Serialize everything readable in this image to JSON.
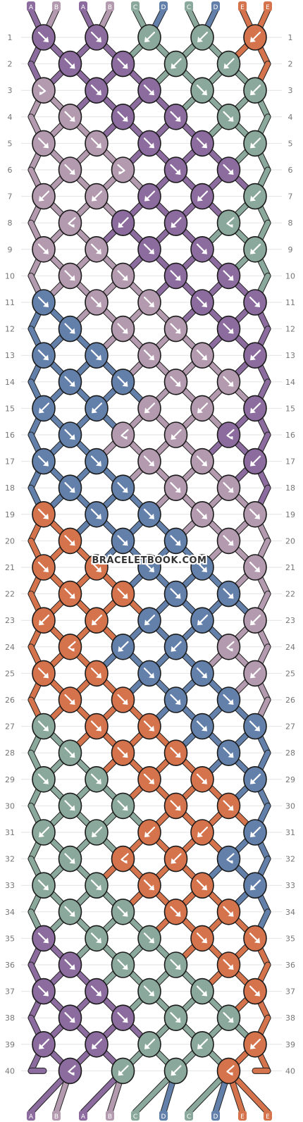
{
  "watermark": "BRACELETBOOK.COM",
  "colors": {
    "A": "#8c6b9e",
    "B": "#b39aae",
    "C": "#8aa89b",
    "D": "#6380aa",
    "E": "#d4734c"
  },
  "top_strands": [
    "A",
    "B",
    "A",
    "B",
    "C",
    "D",
    "C",
    "D",
    "E",
    "E"
  ],
  "bottom_strands": [
    "A",
    "B",
    "A",
    "B",
    "C",
    "D",
    "C",
    "D",
    "E",
    "E"
  ],
  "rows": [
    {
      "n": "1",
      "knots": [
        {
          "c": "A",
          "d": "right"
        },
        {
          "c": "A",
          "d": "right"
        },
        {
          "c": "C",
          "d": "left"
        },
        {
          "c": "C",
          "d": "left"
        },
        {
          "c": "E",
          "d": "left"
        }
      ]
    },
    {
      "n": "2",
      "knots": [
        {
          "c": "A",
          "d": "right"
        },
        {
          "c": "A",
          "d": "right"
        },
        {
          "c": "C",
          "d": "left"
        },
        {
          "c": "C",
          "d": "left"
        }
      ]
    },
    {
      "n": "3",
      "knots": [
        {
          "c": "B",
          "d": "rightleft"
        },
        {
          "c": "A",
          "d": "right"
        },
        {
          "c": "A",
          "d": "right"
        },
        {
          "c": "C",
          "d": "right"
        },
        {
          "c": "C",
          "d": "left"
        }
      ]
    },
    {
      "n": "4",
      "knots": [
        {
          "c": "B",
          "d": "right"
        },
        {
          "c": "A",
          "d": "right"
        },
        {
          "c": "A",
          "d": "right"
        },
        {
          "c": "C",
          "d": "right"
        }
      ]
    },
    {
      "n": "5",
      "knots": [
        {
          "c": "B",
          "d": "right"
        },
        {
          "c": "B",
          "d": "right"
        },
        {
          "c": "A",
          "d": "right"
        },
        {
          "c": "A",
          "d": "right"
        },
        {
          "c": "C",
          "d": "left"
        }
      ]
    },
    {
      "n": "6",
      "knots": [
        {
          "c": "B",
          "d": "right"
        },
        {
          "c": "B",
          "d": "rightleft"
        },
        {
          "c": "A",
          "d": "right"
        },
        {
          "c": "A",
          "d": "right"
        }
      ]
    },
    {
      "n": "7",
      "knots": [
        {
          "c": "B",
          "d": "left"
        },
        {
          "c": "B",
          "d": "left"
        },
        {
          "c": "A",
          "d": "left"
        },
        {
          "c": "A",
          "d": "left"
        },
        {
          "c": "C",
          "d": "left"
        }
      ]
    },
    {
      "n": "8",
      "knots": [
        {
          "c": "B",
          "d": "leftright"
        },
        {
          "c": "A",
          "d": "left"
        },
        {
          "c": "A",
          "d": "left"
        },
        {
          "c": "C",
          "d": "leftright"
        }
      ]
    },
    {
      "n": "9",
      "knots": [
        {
          "c": "B",
          "d": "right"
        },
        {
          "c": "B",
          "d": "right"
        },
        {
          "c": "A",
          "d": "right"
        },
        {
          "c": "A",
          "d": "right"
        },
        {
          "c": "C",
          "d": "left"
        }
      ]
    },
    {
      "n": "10",
      "knots": [
        {
          "c": "B",
          "d": "right"
        },
        {
          "c": "B",
          "d": "right"
        },
        {
          "c": "A",
          "d": "right"
        },
        {
          "c": "A",
          "d": "right"
        }
      ]
    },
    {
      "n": "11",
      "knots": [
        {
          "c": "D",
          "d": "right"
        },
        {
          "c": "B",
          "d": "right"
        },
        {
          "c": "B",
          "d": "right"
        },
        {
          "c": "A",
          "d": "right"
        },
        {
          "c": "A",
          "d": "right"
        }
      ]
    },
    {
      "n": "12",
      "knots": [
        {
          "c": "D",
          "d": "right"
        },
        {
          "c": "B",
          "d": "right"
        },
        {
          "c": "B",
          "d": "right"
        },
        {
          "c": "A",
          "d": "right"
        }
      ]
    },
    {
      "n": "13",
      "knots": [
        {
          "c": "D",
          "d": "right"
        },
        {
          "c": "D",
          "d": "right"
        },
        {
          "c": "B",
          "d": "right"
        },
        {
          "c": "B",
          "d": "right"
        },
        {
          "c": "A",
          "d": "left"
        }
      ]
    },
    {
      "n": "14",
      "knots": [
        {
          "c": "D",
          "d": "right"
        },
        {
          "c": "D",
          "d": "right"
        },
        {
          "c": "B",
          "d": "right"
        },
        {
          "c": "B",
          "d": "right"
        }
      ]
    },
    {
      "n": "15",
      "knots": [
        {
          "c": "D",
          "d": "left"
        },
        {
          "c": "D",
          "d": "left"
        },
        {
          "c": "B",
          "d": "left"
        },
        {
          "c": "B",
          "d": "left"
        },
        {
          "c": "A",
          "d": "left"
        }
      ]
    },
    {
      "n": "16",
      "knots": [
        {
          "c": "D",
          "d": "right"
        },
        {
          "c": "B",
          "d": "leftright"
        },
        {
          "c": "B",
          "d": "left"
        },
        {
          "c": "A",
          "d": "leftright"
        }
      ]
    },
    {
      "n": "17",
      "knots": [
        {
          "c": "D",
          "d": "right"
        },
        {
          "c": "D",
          "d": "right"
        },
        {
          "c": "B",
          "d": "right"
        },
        {
          "c": "B",
          "d": "right"
        },
        {
          "c": "A",
          "d": "left"
        }
      ]
    },
    {
      "n": "18",
      "knots": [
        {
          "c": "D",
          "d": "right"
        },
        {
          "c": "D",
          "d": "right"
        },
        {
          "c": "B",
          "d": "right"
        },
        {
          "c": "B",
          "d": "right"
        }
      ]
    },
    {
      "n": "19",
      "knots": [
        {
          "c": "E",
          "d": "right"
        },
        {
          "c": "D",
          "d": "right"
        },
        {
          "c": "D",
          "d": "right"
        },
        {
          "c": "B",
          "d": "right"
        },
        {
          "c": "B",
          "d": "right"
        }
      ]
    },
    {
      "n": "20",
      "knots": [
        {
          "c": "E",
          "d": "right"
        },
        {
          "c": "D",
          "d": "right"
        },
        {
          "c": "D",
          "d": "right"
        },
        {
          "c": "B",
          "d": "right"
        }
      ]
    },
    {
      "n": "21",
      "knots": [
        {
          "c": "E",
          "d": "right"
        },
        {
          "c": "E",
          "d": "right"
        },
        {
          "c": "D",
          "d": "right"
        },
        {
          "c": "D",
          "d": "right"
        },
        {
          "c": "B",
          "d": "right"
        }
      ]
    },
    {
      "n": "22",
      "knots": [
        {
          "c": "E",
          "d": "right"
        },
        {
          "c": "E",
          "d": "right"
        },
        {
          "c": "D",
          "d": "right"
        },
        {
          "c": "D",
          "d": "right"
        }
      ]
    },
    {
      "n": "23",
      "knots": [
        {
          "c": "E",
          "d": "left"
        },
        {
          "c": "E",
          "d": "left"
        },
        {
          "c": "D",
          "d": "left"
        },
        {
          "c": "D",
          "d": "left"
        },
        {
          "c": "B",
          "d": "left"
        }
      ]
    },
    {
      "n": "24",
      "knots": [
        {
          "c": "E",
          "d": "leftright"
        },
        {
          "c": "D",
          "d": "left"
        },
        {
          "c": "D",
          "d": "left"
        },
        {
          "c": "B",
          "d": "leftright"
        }
      ]
    },
    {
      "n": "25",
      "knots": [
        {
          "c": "E",
          "d": "right"
        },
        {
          "c": "E",
          "d": "right"
        },
        {
          "c": "D",
          "d": "right"
        },
        {
          "c": "D",
          "d": "right"
        },
        {
          "c": "B",
          "d": "left"
        }
      ]
    },
    {
      "n": "26",
      "knots": [
        {
          "c": "E",
          "d": "right"
        },
        {
          "c": "E",
          "d": "right"
        },
        {
          "c": "D",
          "d": "right"
        },
        {
          "c": "D",
          "d": "right"
        }
      ]
    },
    {
      "n": "27",
      "knots": [
        {
          "c": "C",
          "d": "right"
        },
        {
          "c": "E",
          "d": "right"
        },
        {
          "c": "E",
          "d": "right"
        },
        {
          "c": "D",
          "d": "right"
        },
        {
          "c": "D",
          "d": "right"
        }
      ]
    },
    {
      "n": "28",
      "knots": [
        {
          "c": "C",
          "d": "right"
        },
        {
          "c": "E",
          "d": "right"
        },
        {
          "c": "E",
          "d": "right"
        },
        {
          "c": "D",
          "d": "right"
        }
      ]
    },
    {
      "n": "29",
      "knots": [
        {
          "c": "C",
          "d": "right"
        },
        {
          "c": "C",
          "d": "right"
        },
        {
          "c": "E",
          "d": "right"
        },
        {
          "c": "E",
          "d": "right"
        },
        {
          "c": "D",
          "d": "left"
        }
      ]
    },
    {
      "n": "30",
      "knots": [
        {
          "c": "C",
          "d": "right"
        },
        {
          "c": "C",
          "d": "right"
        },
        {
          "c": "E",
          "d": "right"
        },
        {
          "c": "E",
          "d": "right"
        }
      ]
    },
    {
      "n": "31",
      "knots": [
        {
          "c": "C",
          "d": "left"
        },
        {
          "c": "C",
          "d": "left"
        },
        {
          "c": "E",
          "d": "left"
        },
        {
          "c": "E",
          "d": "left"
        },
        {
          "c": "D",
          "d": "left"
        }
      ]
    },
    {
      "n": "32",
      "knots": [
        {
          "c": "C",
          "d": "right"
        },
        {
          "c": "E",
          "d": "leftright"
        },
        {
          "c": "E",
          "d": "left"
        },
        {
          "c": "D",
          "d": "leftright"
        }
      ]
    },
    {
      "n": "33",
      "knots": [
        {
          "c": "C",
          "d": "right"
        },
        {
          "c": "C",
          "d": "right"
        },
        {
          "c": "E",
          "d": "right"
        },
        {
          "c": "E",
          "d": "right"
        },
        {
          "c": "D",
          "d": "left"
        }
      ]
    },
    {
      "n": "34",
      "knots": [
        {
          "c": "C",
          "d": "right"
        },
        {
          "c": "C",
          "d": "right"
        },
        {
          "c": "E",
          "d": "right"
        },
        {
          "c": "E",
          "d": "right"
        }
      ]
    },
    {
      "n": "35",
      "knots": [
        {
          "c": "A",
          "d": "right"
        },
        {
          "c": "C",
          "d": "right"
        },
        {
          "c": "C",
          "d": "right"
        },
        {
          "c": "E",
          "d": "right"
        },
        {
          "c": "E",
          "d": "right"
        }
      ]
    },
    {
      "n": "36",
      "knots": [
        {
          "c": "A",
          "d": "right"
        },
        {
          "c": "C",
          "d": "right"
        },
        {
          "c": "C",
          "d": "right"
        },
        {
          "c": "E",
          "d": "right"
        }
      ]
    },
    {
      "n": "37",
      "knots": [
        {
          "c": "A",
          "d": "right"
        },
        {
          "c": "A",
          "d": "right"
        },
        {
          "c": "C",
          "d": "right"
        },
        {
          "c": "C",
          "d": "right"
        },
        {
          "c": "E",
          "d": "right"
        }
      ]
    },
    {
      "n": "38",
      "knots": [
        {
          "c": "A",
          "d": "right"
        },
        {
          "c": "A",
          "d": "right"
        },
        {
          "c": "C",
          "d": "right"
        },
        {
          "c": "C",
          "d": "right"
        }
      ]
    },
    {
      "n": "39",
      "knots": [
        {
          "c": "A",
          "d": "left"
        },
        {
          "c": "A",
          "d": "left"
        },
        {
          "c": "C",
          "d": "left"
        },
        {
          "c": "C",
          "d": "left"
        },
        {
          "c": "E",
          "d": "left"
        }
      ]
    },
    {
      "n": "40",
      "knots": [
        {
          "c": "A",
          "d": "leftright"
        },
        {
          "c": "C",
          "d": "left"
        },
        {
          "c": "C",
          "d": "left"
        },
        {
          "c": "E",
          "d": "leftright"
        }
      ]
    }
  ]
}
